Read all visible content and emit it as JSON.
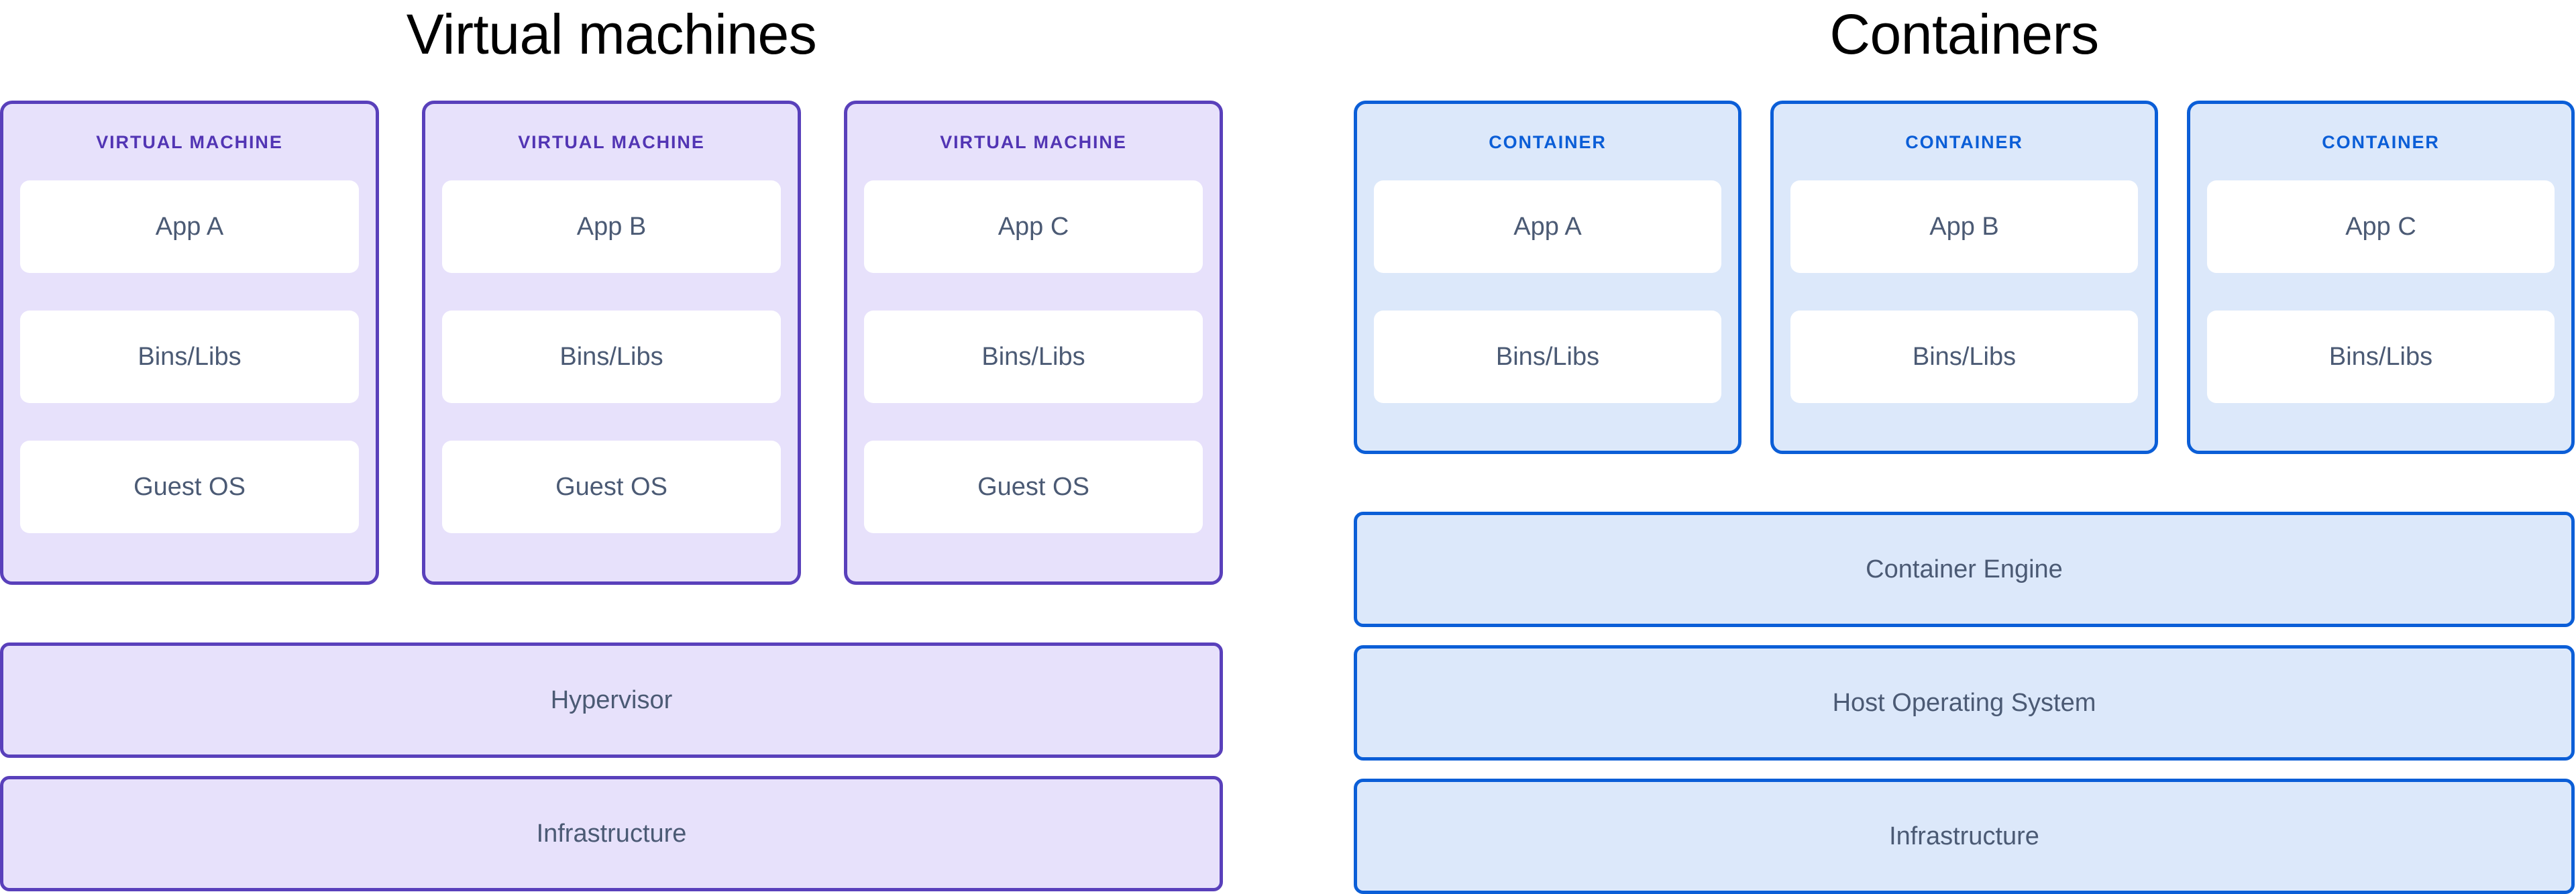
{
  "diagram": {
    "title_left": "Virtual machines",
    "title_right": "Containers"
  },
  "colors": {
    "vm_border": "#5940BB",
    "vm_fill": "#E7E1FB",
    "vm_label_text": "#5235B4",
    "container_border": "#0B5ED7",
    "container_fill": "#DCE8FA",
    "container_label_text": "#0B5ED7",
    "box_fill": "#FFFFFF",
    "body_text": "#4B5A74",
    "title_text": "#000000",
    "page_background": "#FFFFFF"
  },
  "vm_side": {
    "title": "Virtual machines",
    "units": [
      {
        "label": "VIRTUAL MACHINE",
        "rows": [
          "App A",
          "Bins/Libs",
          "Guest OS"
        ]
      },
      {
        "label": "VIRTUAL MACHINE",
        "rows": [
          "App B",
          "Bins/Libs",
          "Guest OS"
        ]
      },
      {
        "label": "VIRTUAL MACHINE",
        "rows": [
          "App C",
          "Bins/Libs",
          "Guest OS"
        ]
      }
    ],
    "layers": [
      "Hypervisor",
      "Infrastructure"
    ]
  },
  "container_side": {
    "title": "Containers",
    "units": [
      {
        "label": "CONTAINER",
        "rows": [
          "App A",
          "Bins/Libs"
        ]
      },
      {
        "label": "CONTAINER",
        "rows": [
          "App B",
          "Bins/Libs"
        ]
      },
      {
        "label": "CONTAINER",
        "rows": [
          "App C",
          "Bins/Libs"
        ]
      }
    ],
    "layers": [
      "Container Engine",
      "Host Operating System",
      "Infrastructure"
    ]
  }
}
